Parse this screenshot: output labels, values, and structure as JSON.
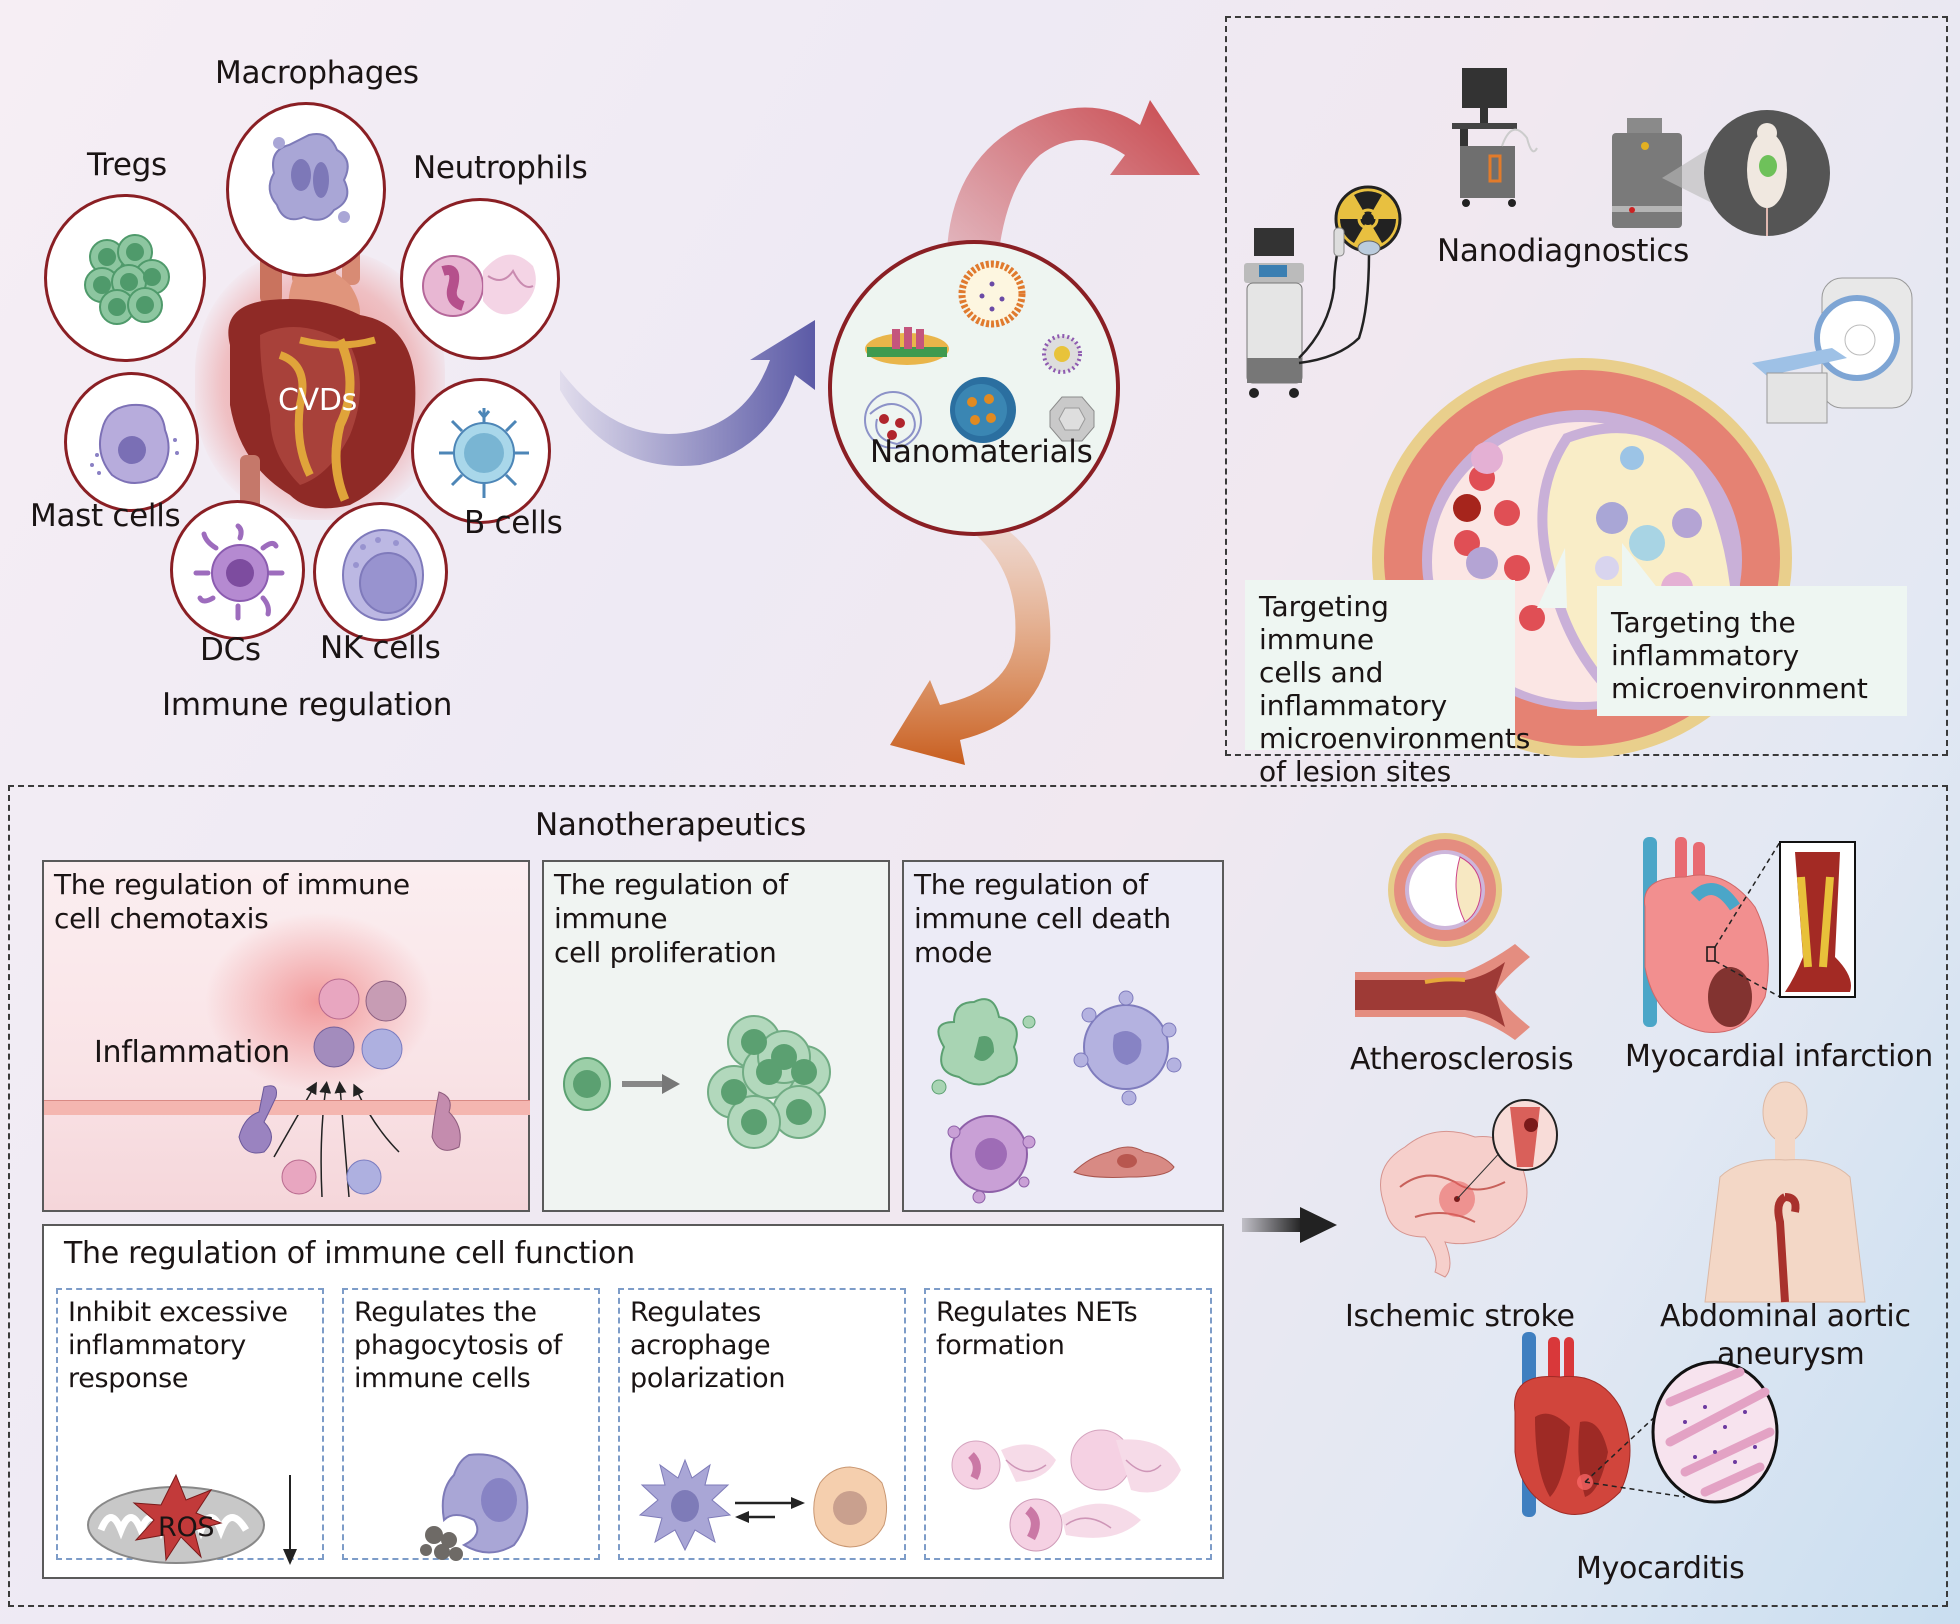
{
  "immune_regulation": {
    "title": "Immune regulation",
    "center_label": "CVDs",
    "cells": [
      {
        "label": "Macrophages",
        "icon": "macrophage-icon"
      },
      {
        "label": "Tregs",
        "icon": "treg-icon"
      },
      {
        "label": "Neutrophils",
        "icon": "neutrophil-icon"
      },
      {
        "label": "Mast cells",
        "icon": "mast-cell-icon"
      },
      {
        "label": "B cells",
        "icon": "b-cell-icon"
      },
      {
        "label": "DCs",
        "icon": "dendritic-cell-icon"
      },
      {
        "label": "NK cells",
        "icon": "nk-cell-icon"
      }
    ]
  },
  "nanomaterials": {
    "label": "Nanomaterials",
    "items": [
      "liposome-icon",
      "nanodisc-icon",
      "micelle-icon",
      "polymer-nanogel-icon",
      "mesoporous-nanoparticle-icon",
      "metal-nanoparticle-icon"
    ]
  },
  "arrows": {
    "to_nanomaterials_color": "#5b5aa6",
    "to_diagnostics_color": "#c8474c",
    "to_therapeutics_color": "#d06a2a"
  },
  "nanodiagnostics": {
    "title": "Nanodiagnostics",
    "devices": [
      "radioactive-icon",
      "imaging-workstation-icon",
      "in-vivo-imager-icon",
      "mouse-imaging-icon",
      "ultrasound-machine-icon",
      "mri-scanner-icon"
    ],
    "callouts": [
      "Targeting immune cells and inflammatory microenvironments of lesion sites",
      "Targeting the inflammatory microenvironment"
    ],
    "callout_lines": [
      [
        "Targeting immune",
        "cells and",
        "inflammatory",
        "microenvironments",
        "of lesion sites"
      ],
      [
        "Targeting the",
        "inflammatory",
        "microenvironment"
      ]
    ]
  },
  "nanotherapeutics": {
    "title": "Nanotherapeutics",
    "panels": [
      {
        "title_lines": [
          "The regulation of immune",
          "cell chemotaxis"
        ],
        "annotation": "Inflammation"
      },
      {
        "title_lines": [
          "The regulation of immune",
          "cell proliferation"
        ]
      },
      {
        "title_lines": [
          "The regulation of",
          "immune cell death",
          "mode"
        ]
      }
    ],
    "function_panel": {
      "title": "The regulation of immune cell function",
      "subpanels": [
        {
          "title_lines": [
            "Inhibit excessive",
            "inflammatory",
            "response"
          ],
          "annotation": "ROS"
        },
        {
          "title_lines": [
            "Regulates the",
            "phagocytosis of",
            "immune cells"
          ]
        },
        {
          "title_lines": [
            "Regulates acrophage",
            "polarization"
          ]
        },
        {
          "title_lines": [
            "Regulates NETs",
            "formation"
          ]
        }
      ]
    }
  },
  "diseases": {
    "items": [
      {
        "label_lines": [
          "Atherosclerosis"
        ],
        "icon": "artery-plaque-icon"
      },
      {
        "label_lines": [
          "Myocardial infarction"
        ],
        "icon": "infarcted-heart-icon"
      },
      {
        "label_lines": [
          "Ischemic stroke"
        ],
        "icon": "brain-icon"
      },
      {
        "label_lines": [
          "Abdominal aortic",
          "aneurysm"
        ],
        "icon": "human-aorta-icon"
      },
      {
        "label_lines": [
          "Myocarditis"
        ],
        "icon": "heart-section-icon"
      }
    ]
  }
}
